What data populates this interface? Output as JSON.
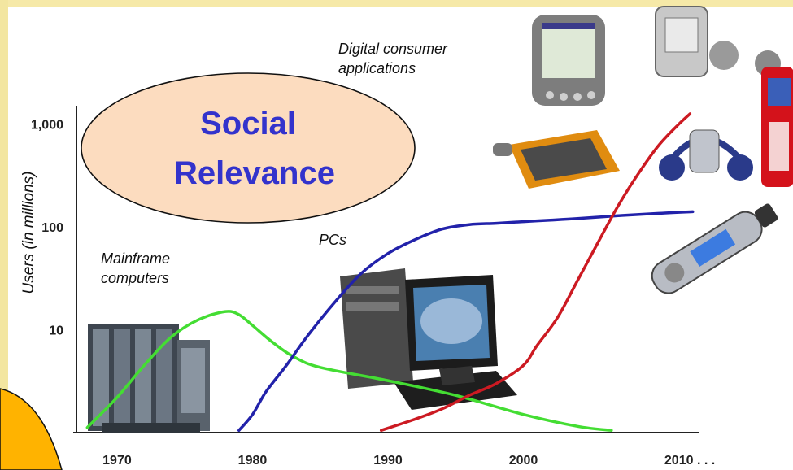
{
  "chart_data": {
    "type": "line",
    "title": "",
    "xlabel": "",
    "ylabel": "Users (in millions)",
    "y_scale": "log",
    "ylim": [
      1,
      1500
    ],
    "xlim": [
      1967,
      2013
    ],
    "x_ticks": [
      "1970",
      "1980",
      "1990",
      "2000",
      "2010 . . ."
    ],
    "y_ticks": [
      "1,000",
      "100",
      "10"
    ],
    "y_tick_values": [
      1000,
      100,
      10
    ],
    "x_tick_values": [
      1970,
      1980,
      1990,
      2000,
      2010
    ],
    "annotations": [
      "Mainframe computers",
      "PCs",
      "Digital consumer applications"
    ],
    "callout": [
      "Social",
      "Relevance"
    ],
    "series": [
      {
        "key": "mainframes",
        "color": "#44dd33",
        "x": [
          1967.8,
          1970,
          1972,
          1974,
          1976,
          1978,
          1979,
          1980,
          1981.5,
          1983,
          1985,
          1990,
          1995,
          2000,
          2004,
          2006.5
        ],
        "y": [
          1.12,
          2.2,
          4.5,
          8.5,
          12.5,
          15,
          14,
          11,
          7.5,
          5.5,
          4.3,
          3.2,
          2.3,
          1.5,
          1.15,
          1.05
        ]
      },
      {
        "key": "pcs",
        "color": "#2222aa",
        "x": [
          1979,
          1980,
          1981,
          1982.5,
          1984,
          1986,
          1988,
          1990,
          1992,
          1994,
          1996,
          1998,
          2000,
          2002,
          2004,
          2007,
          2010,
          2012.5
        ],
        "y": [
          1.05,
          1.5,
          2.5,
          4.5,
          8.5,
          18,
          35,
          55,
          75,
          95,
          105,
          108,
          112,
          116,
          120,
          128,
          135,
          140
        ]
      },
      {
        "key": "digital-consumer",
        "color": "#cc1a22",
        "x": [
          1989.5,
          1992,
          1994,
          1996,
          1998,
          2000,
          2001,
          2002.5,
          2004,
          2005.5,
          2007,
          2008.5,
          2010,
          2011.5,
          2012.3
        ],
        "y": [
          1.05,
          1.35,
          1.7,
          2.3,
          3.0,
          4.5,
          7,
          13,
          30,
          70,
          160,
          330,
          620,
          1000,
          1250
        ]
      }
    ],
    "colors": {
      "background": "#ffffff",
      "slide": "#fdf8d8",
      "bubble_fill": "#fcdcbf",
      "bubble_stroke": "#111111",
      "bubble_text": "#3333cc",
      "corner_disc": "#ffb300"
    },
    "pictures": [
      "mainframe-server-image",
      "desktop-pc-image",
      "pda-image",
      "tablet-image",
      "headphones-image",
      "mp3-player-image",
      "mobile-phone-image"
    ]
  }
}
